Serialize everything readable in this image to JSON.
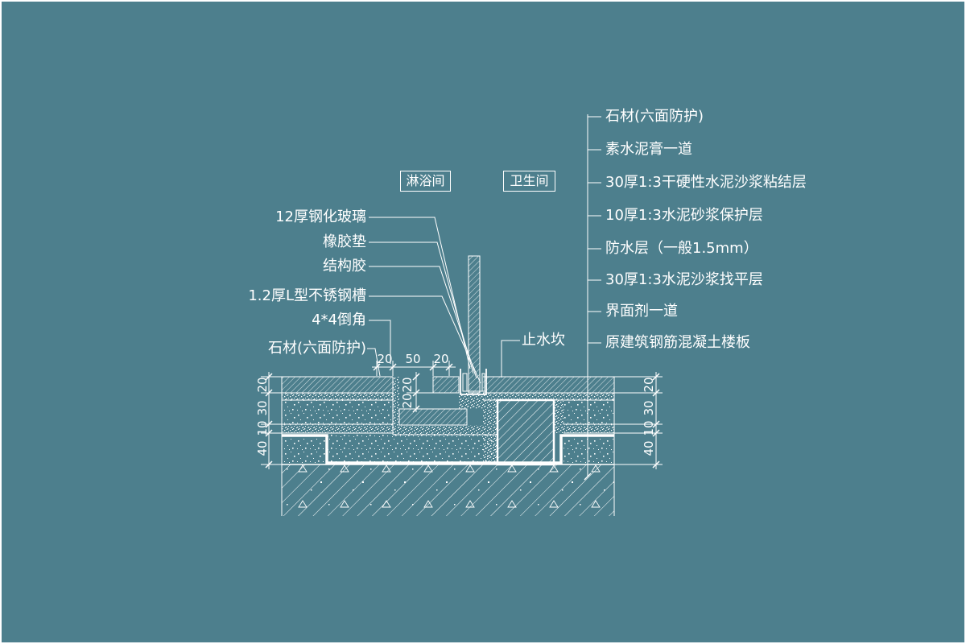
{
  "drawing": {
    "colors": {
      "background": "#4d7f8d",
      "line": "#ffffff",
      "text": "#ffffff"
    },
    "rooms": {
      "shower": "淋浴间",
      "bathroom": "卫生间"
    },
    "left_callouts": {
      "tempered_glass": "12厚钢化玻璃",
      "rubber_pad": "橡胶垫",
      "structural_glue": "结构胶",
      "steel_channel": "1.2厚L型不锈钢槽",
      "chamfer": "4*4倒角",
      "stone": "石材(六面防护)"
    },
    "center_callout": {
      "water_stop": "止水坎"
    },
    "right_callouts": [
      "石材(六面防护)",
      "素水泥膏一道",
      "30厚1:3干硬性水泥沙浆粘结层",
      "10厚1:3水泥砂浆保护层",
      "防水层（一般1.5mm）",
      "30厚1:3水泥沙浆找平层",
      "界面剂一道",
      "原建筑钢筋混凝土楼板"
    ],
    "dimensions": {
      "top": [
        "20",
        "50",
        "20"
      ],
      "recess": [
        "20",
        "20"
      ],
      "left": [
        "20",
        "30",
        "10",
        "40"
      ],
      "right": [
        "20",
        "30",
        "10",
        "40"
      ]
    }
  }
}
